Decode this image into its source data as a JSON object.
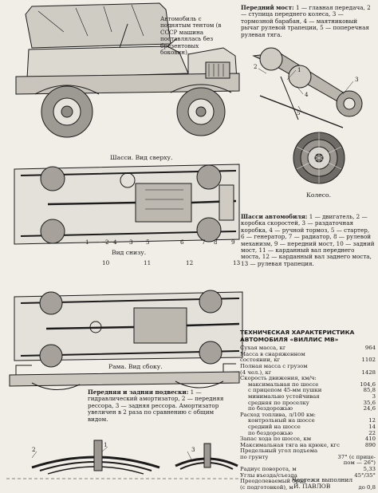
{
  "jeep_caption": "Автомобиль с поднятым тентом (в СССР машина поставлялась без брезентовых боковин).",
  "front_axle": {
    "title": "Передний мост:",
    "text": "1 — главная передача, 2 — ступица переднего колеса, 3 — тормозной барабан, 4 — маятниковый рычаг рулевой трапеции, 5 — поперечная рулевая тяга.",
    "callouts": [
      "1",
      "2",
      "3",
      "4",
      "5"
    ]
  },
  "chassis_top_caption": "Шасси. Вид сверху.",
  "wheel_caption": "Колесо.",
  "bottom_view_caption": "Вид снизу.",
  "top_callouts": [
    "1",
    "2",
    "3",
    "4",
    "5",
    "6",
    "7",
    "8",
    "9"
  ],
  "chassis_parts": {
    "title": "Шасси автомобиля:",
    "text": "1 — двигатель, 2 — коробка скоростей, 3 — раздаточная коробка, 4 — ручной тормоз, 5 — стартер, 6 — генератор, 7 — радиатор, 8 — рулевой механизм, 9 — передний мост, 10 — задний мост, 11 — карданный вал переднего моста, 12 — карданный вал заднего моста, 13 — рулевая трапеция."
  },
  "side_callouts": [
    "10",
    "11",
    "12",
    "13"
  ],
  "frame_caption": "Рама. Вид сбоку.",
  "suspension": {
    "title": "Передняя и задняя подвески:",
    "text": "1 — гидравлический амортизатор, 2 — передняя рессора, 3 — задняя рессора. Амортизатор увеличен в 2 раза по сравнению с общим видом.",
    "callouts": [
      "1",
      "2",
      "3"
    ]
  },
  "specs": {
    "title_line1": "ТЕХНИЧЕСКАЯ ХАРАКТЕРИСТИКА",
    "title_line2": "АВТОМОБИЛЯ «ВИЛЛИС МВ»",
    "rows": [
      {
        "label": "Сухая масса, кг",
        "value": "964",
        "indent": false
      },
      {
        "label": "Масса в снаряженном",
        "value": "",
        "indent": false
      },
      {
        "label": "состоянии, кг",
        "value": "1102",
        "indent": false
      },
      {
        "label": "Полная масса с грузом",
        "value": "",
        "indent": false
      },
      {
        "label": "(4 чел.), кг",
        "value": "1428",
        "indent": false
      },
      {
        "label": "Скорость движения, км/ч:",
        "value": "",
        "indent": false
      },
      {
        "label": "максимальная по шоссе",
        "value": "104,6",
        "indent": true
      },
      {
        "label": "с прицепом 45-мм пушки",
        "value": "85,8",
        "indent": true
      },
      {
        "label": "минимально устойчивая",
        "value": "3",
        "indent": true
      },
      {
        "label": "средняя по проселку",
        "value": "35,6",
        "indent": true
      },
      {
        "label": "по бездорожью",
        "value": "24,6",
        "indent": true
      },
      {
        "label": "Расход топлива, л/100 км:",
        "value": "",
        "indent": false
      },
      {
        "label": "контрольный на шоссе",
        "value": "12",
        "indent": true
      },
      {
        "label": "средний на шоссе",
        "value": "14",
        "indent": true
      },
      {
        "label": "по бездорожью",
        "value": "22",
        "indent": true
      },
      {
        "label": "Запас хода по шоссе, км",
        "value": "410",
        "indent": false
      },
      {
        "label": "Максимальная тяга на крюке, кгс",
        "value": "890",
        "indent": false
      },
      {
        "label": "Предельный угол подъема",
        "value": "",
        "indent": false
      },
      {
        "label": "по грунту",
        "value": "37° (с прице-",
        "indent": false
      },
      {
        "label": "",
        "value": "пом — 26°)",
        "indent": false
      },
      {
        "label": "Радиус поворота, м",
        "value": "5,33",
        "indent": false
      },
      {
        "label": "Углы въезда/съезда",
        "value": "45°/35°",
        "indent": false
      },
      {
        "label": "Преодолеваемый брод",
        "value": "",
        "indent": false
      },
      {
        "label": "(с подготовкой), м",
        "value": "до 0,8",
        "indent": false
      }
    ]
  },
  "credit_line1": "Чертежи выполнил",
  "credit_line2": "И. ПАВЛОВ",
  "colors": {
    "paper": "#f1eee7",
    "ink": "#1b1b1b",
    "tint": "#7b7b7b"
  }
}
